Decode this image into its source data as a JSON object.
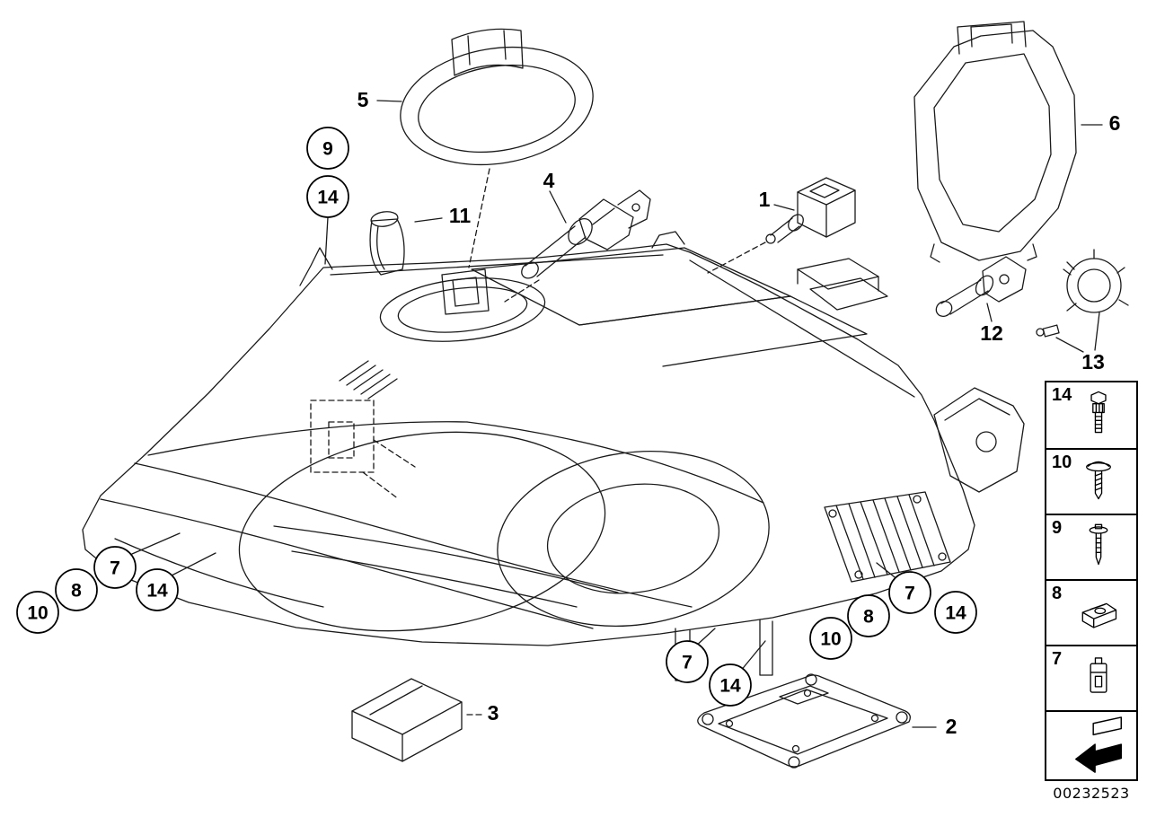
{
  "page": {
    "doc_number": "00232523"
  },
  "callouts": {
    "p5": "5",
    "p11": "11",
    "p4": "4",
    "p1": "1",
    "p6": "6",
    "p12": "12",
    "p13": "13",
    "p3": "3",
    "p2": "2",
    "c9": "9",
    "c14a": "14",
    "c7a": "7",
    "c8a": "8",
    "c10a": "10",
    "c14b": "14",
    "c10b": "10",
    "c8b": "8",
    "c7b": "7",
    "c14c": "14",
    "c7c": "7",
    "c14d": "14"
  },
  "legend": {
    "rows": [
      {
        "label": "14",
        "icon": "adjusting-screw-icon"
      },
      {
        "label": "10",
        "icon": "screw-with-washer-icon"
      },
      {
        "label": "9",
        "icon": "self-tapping-screw-icon"
      },
      {
        "label": "8",
        "icon": "sheet-metal-nut-icon"
      },
      {
        "label": "7",
        "icon": "retaining-clip-icon"
      },
      {
        "label": "",
        "icon": "direction-arrow-icon"
      }
    ]
  }
}
